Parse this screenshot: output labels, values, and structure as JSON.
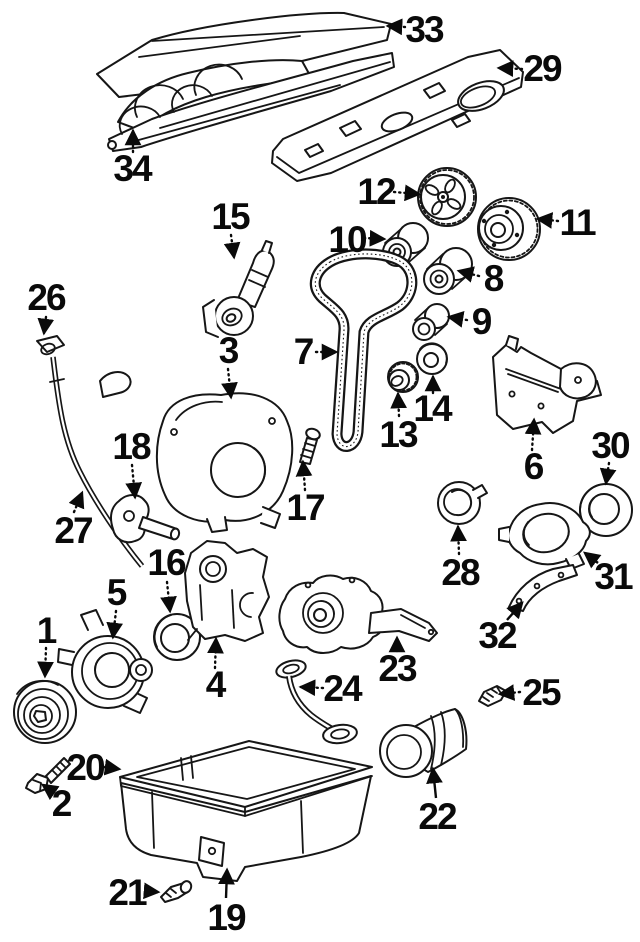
{
  "figure": {
    "background_color": "#ffffff",
    "ink_color": "#161616",
    "label_color": "#0a0a0a"
  },
  "callouts": [
    {
      "number": "1"
    },
    {
      "number": "2"
    },
    {
      "number": "3"
    },
    {
      "number": "4"
    },
    {
      "number": "5"
    },
    {
      "number": "6"
    },
    {
      "number": "7"
    },
    {
      "number": "8"
    },
    {
      "number": "9"
    },
    {
      "number": "10"
    },
    {
      "number": "11"
    },
    {
      "number": "12"
    },
    {
      "number": "13"
    },
    {
      "number": "14"
    },
    {
      "number": "15"
    },
    {
      "number": "16"
    },
    {
      "number": "17"
    },
    {
      "number": "18"
    },
    {
      "number": "19"
    },
    {
      "number": "20"
    },
    {
      "number": "21"
    },
    {
      "number": "22"
    },
    {
      "number": "23"
    },
    {
      "number": "24"
    },
    {
      "number": "25"
    },
    {
      "number": "26"
    },
    {
      "number": "27"
    },
    {
      "number": "28"
    },
    {
      "number": "29"
    },
    {
      "number": "30"
    },
    {
      "number": "31"
    },
    {
      "number": "32"
    },
    {
      "number": "33"
    },
    {
      "number": "34"
    }
  ]
}
